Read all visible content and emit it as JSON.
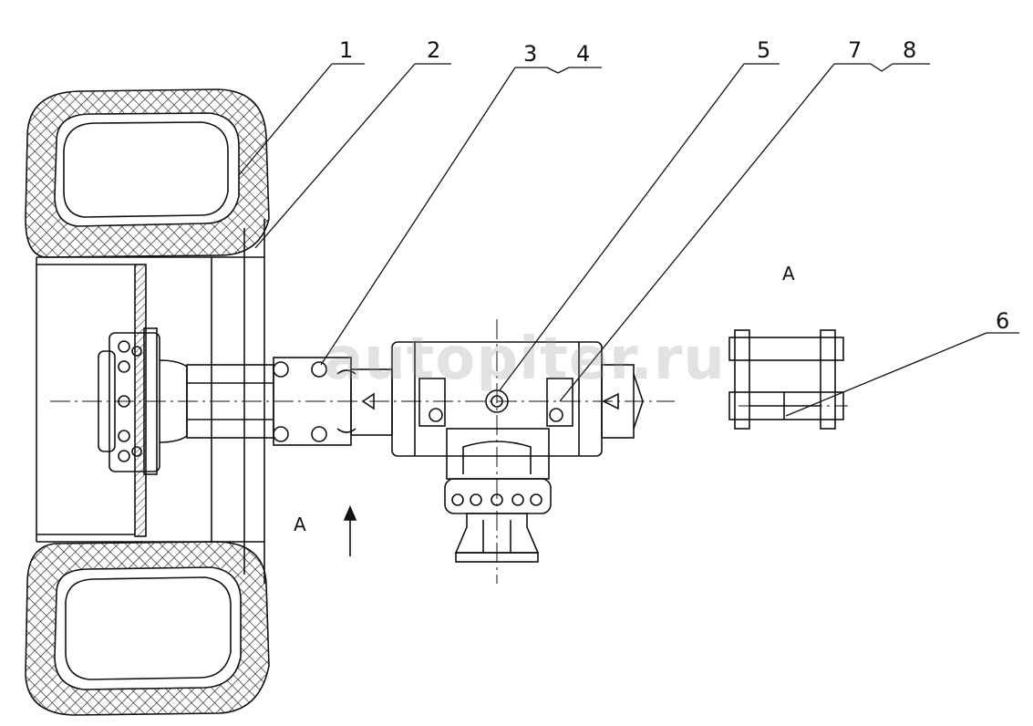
{
  "callouts": {
    "c1": "1",
    "c2": "2",
    "c3": "3",
    "c4": "4",
    "c5": "5",
    "c6": "6",
    "c7": "7",
    "c8": "8"
  },
  "view_labels": {
    "section_a_main": "A",
    "section_a_detail": "A"
  },
  "watermark": {
    "text": "autopiter.ru"
  },
  "colors": {
    "line": "#111111",
    "watermark": "#9a9a9a",
    "background": "#ffffff"
  }
}
